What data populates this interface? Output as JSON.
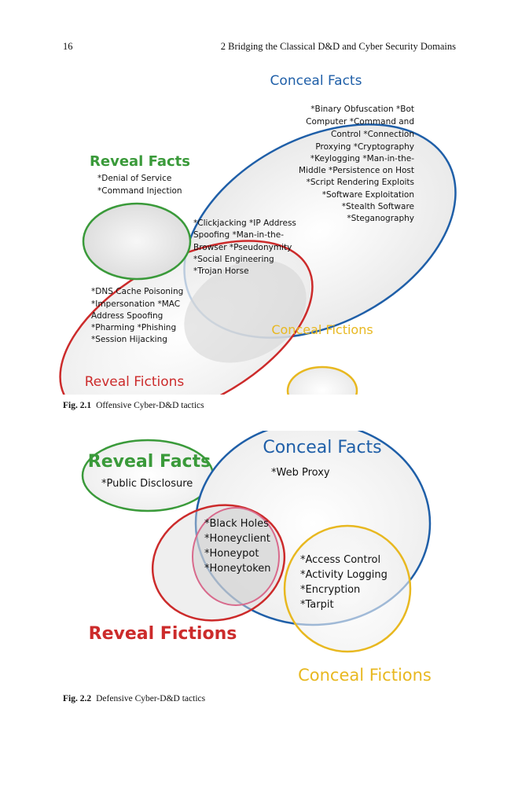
{
  "header": {
    "page_number": "16",
    "running_title": "2   Bridging the Classical D&D and Cyber Security Domains"
  },
  "figure1": {
    "caption_label": "Fig. 2.1",
    "caption_text": "Offensive Cyber-D&D tactics",
    "conceal_facts_title": "Conceal Facts",
    "reveal_facts_title": "Reveal Facts",
    "reveal_fictions_title": "Reveal Fictions",
    "conceal_fictions_title": "Conceal Fictions",
    "conceal_facts_items": [
      "*Binary Obfuscation *Bot",
      "Computer *Command and",
      "Control *Connection",
      "Proxying *Cryptography",
      "*Keylogging *Man-in-the-",
      "Middle *Persistence on Host",
      "*Script Rendering Exploits",
      "*Software Exploitation",
      "*Stealth Software",
      "*Steganography"
    ],
    "reveal_facts_items": [
      "*Denial of Service",
      "*Command Injection"
    ],
    "overlap_items": [
      "*Clickjacking  *IP Address",
      "Spoofing *Man-in-the-",
      "Browser  *Pseudonymity",
      "*Social Engineering",
      "*Trojan Horse"
    ],
    "reveal_fictions_items": [
      "*DNS Cache Poisoning",
      "*Impersonation *MAC",
      "Address Spoofing",
      "*Pharming *Phishing",
      "*Session Hijacking"
    ]
  },
  "figure2": {
    "caption_label": "Fig. 2.2",
    "caption_text": "Defensive Cyber-D&D tactics",
    "reveal_facts_title": "Reveal Facts",
    "reveal_facts_items": [
      "*Public Disclosure"
    ],
    "conceal_facts_title": "Conceal Facts",
    "conceal_facts_items": [
      "*Web Proxy"
    ],
    "overlap_items": [
      "*Black Holes",
      "*Honeyclient",
      "*Honeypot",
      "*Honeytoken"
    ],
    "conceal_fictions_items": [
      "*Access Control",
      "*Activity Logging",
      "*Encryption",
      "*Tarpit"
    ],
    "reveal_fictions_title": "Reveal Fictions",
    "conceal_fictions_title": "Conceal Fictions"
  },
  "colors": {
    "conceal_facts": "#1f5fa8",
    "reveal_facts": "#3a9a3a",
    "reveal_fictions": "#cc2b2b",
    "conceal_fictions": "#e8b820"
  }
}
